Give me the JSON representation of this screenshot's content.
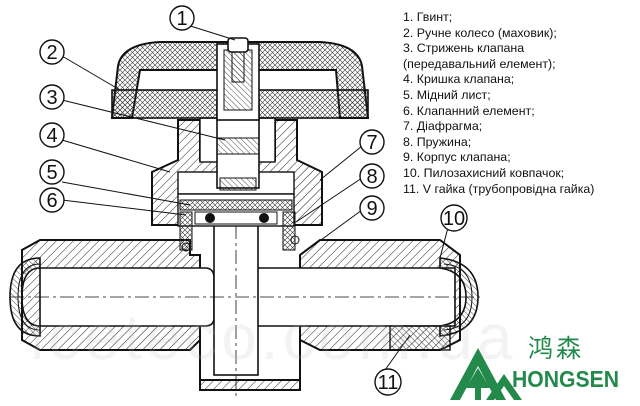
{
  "callouts": [
    "1",
    "2",
    "3",
    "4",
    "5",
    "6",
    "7",
    "8",
    "9",
    "10",
    "11"
  ],
  "legend": [
    "1. Гвинт;",
    "2. Ручне колесо (маховик);",
    "3. Стрижень клапана",
    "(передавальний елемент);",
    "4. Кришка клапана;",
    "5. Мідний лист;",
    "6. Клапанний елемент;",
    "7. Діафрагма;",
    "8. Пружина;",
    "9. Корпус клапана;",
    "10. Пилозахисний ковпачок;",
    "11. V гайка (трубопровідна гайка)"
  ],
  "logo": {
    "cn": "鸿森",
    "en": "HONGSEN",
    "color": "#238a4c"
  },
  "watermark": "iceteco.com.ua"
}
